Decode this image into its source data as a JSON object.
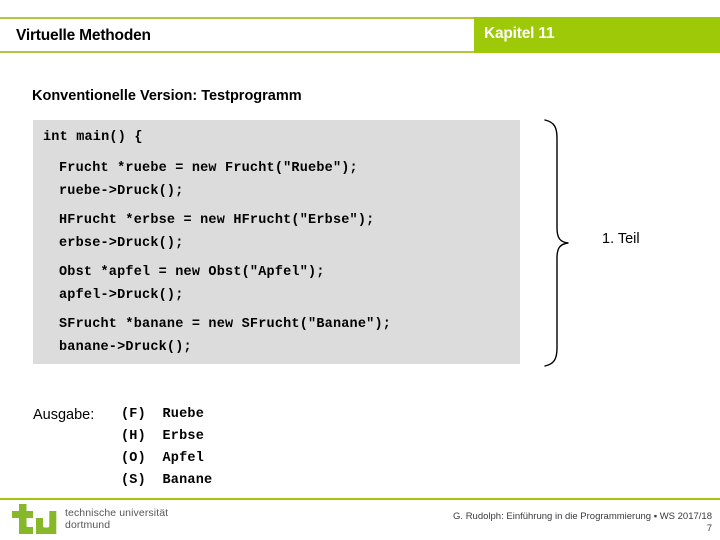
{
  "header": {
    "title": "Virtuelle Methoden",
    "chapter": "Kapitel 11",
    "band_color": "#9dc908",
    "rule_color": "#b4c63c"
  },
  "section": {
    "heading": "Konventionelle Version: Testprogramm"
  },
  "code": {
    "background": "#dcdcdc",
    "head": "int main() {",
    "groups": [
      [
        "Frucht *ruebe = new Frucht(\"Ruebe\");",
        "ruebe->Druck();"
      ],
      [
        "HFrucht *erbse = new HFrucht(\"Erbse\");",
        "erbse->Druck();"
      ],
      [
        "Obst *apfel = new Obst(\"Apfel\");",
        "apfel->Druck();"
      ],
      [
        "SFrucht *banane = new SFrucht(\"Banane\");",
        "banane->Druck();"
      ]
    ]
  },
  "annotation": {
    "brace_label": "1. Teil"
  },
  "output": {
    "label": "Ausgabe:",
    "rows": [
      "(F)  Ruebe",
      "(H)  Erbse",
      "(O)  Apfel",
      "(S)  Banane"
    ]
  },
  "footer": {
    "logo_line1": "technische universität",
    "logo_line2": "dortmund",
    "logo_color": "#86b82a",
    "credit": "G. Rudolph: Einführung in die Programmierung ▪ WS 2017/18",
    "page_number": "7"
  }
}
